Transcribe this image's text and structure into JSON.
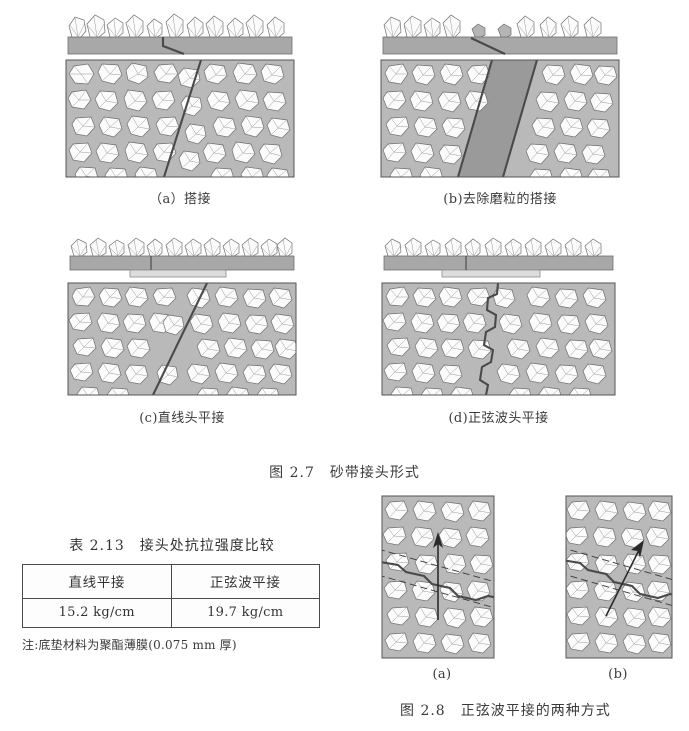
{
  "figure_2_7": {
    "caption": "图 2.7　砂带接头形式",
    "panels": [
      {
        "id": "a",
        "label": "（a）搭接",
        "joint_type": "lap-joint",
        "description": "直线搭接，上下带端重叠"
      },
      {
        "id": "b",
        "label": "(b)去除磨粒的搭接",
        "joint_type": "lap-joint-grain-removed",
        "description": "搭接区磨粒被去除"
      },
      {
        "id": "c",
        "label": "(c)直线头平接",
        "joint_type": "straight-butt-joint",
        "description": "直线端头平接，下方有底带"
      },
      {
        "id": "d",
        "label": "(d)正弦波头平接",
        "joint_type": "sine-wave-butt-joint",
        "description": "正弦波形端头平接"
      }
    ]
  },
  "table_2_13": {
    "caption": "表 2.13　接头处抗拉强度比较",
    "headers": [
      "直线平接",
      "正弦波平接"
    ],
    "values": [
      "15.2 kg/cm",
      "19.7 kg/cm"
    ],
    "note": "注:底垫材料为聚酯薄膜(0.075 mm 厚)"
  },
  "figure_2_8": {
    "caption": "图 2.8　正弦波平接的两种方式",
    "panels": [
      {
        "id": "a",
        "label": "(a)",
        "arrow": "vertical",
        "description": "正弦波接头与带长方向垂直，箭头竖直向上"
      },
      {
        "id": "b",
        "label": "(b)",
        "arrow": "diagonal",
        "description": "正弦波接头倾斜，箭头沿斜向"
      }
    ]
  },
  "colors": {
    "page_background": "#ffffff",
    "matrix_gray": "#b9b9b9",
    "grain_white": "#fbfbfb",
    "backing_gray": "#a8a8a8",
    "tape_light": "#dcdcdc",
    "ink": "#2b2b2b"
  }
}
